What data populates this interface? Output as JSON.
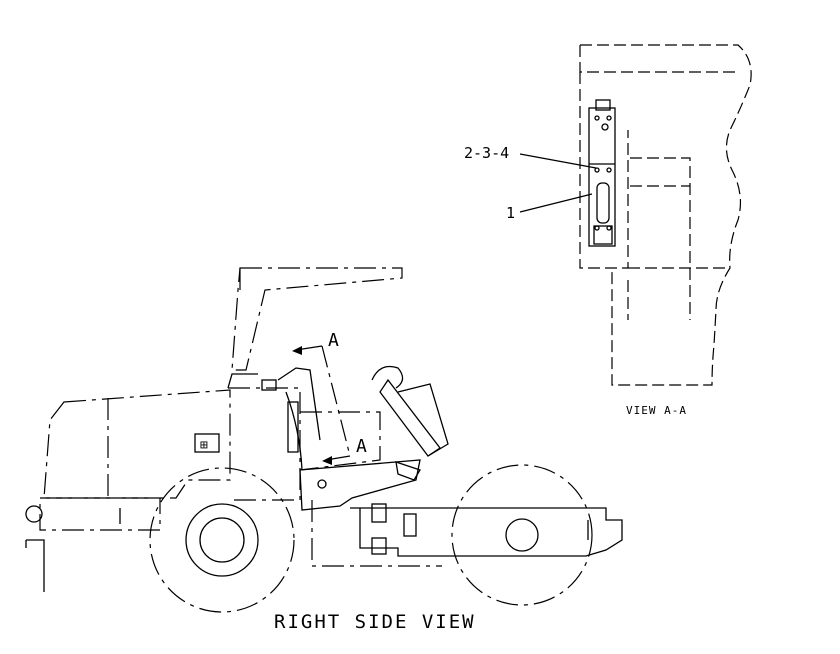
{
  "labels": {
    "right_side_view": "RIGHT SIDE VIEW",
    "view_aa": "VIEW A-A",
    "section_mark_top": "A",
    "section_mark_bottom": "A",
    "callout_group": "2-3-4",
    "callout_single": "1"
  }
}
